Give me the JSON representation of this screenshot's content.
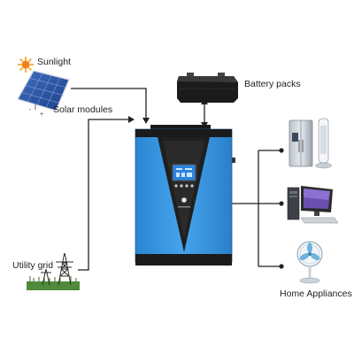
{
  "labels": {
    "sunlight": "Sunlight",
    "solar_modules": "Solar modules",
    "battery_packs": "Battery packs",
    "utility_grid": "Utility grid",
    "home_appliances": "Home Appliances"
  },
  "icons": {
    "sun": "sun-icon",
    "solar_panel": "solar-panel-icon",
    "battery": "battery-icon",
    "pylon": "power-pylon-icon",
    "fridge": "refrigerator-icon",
    "tower_fan": "tower-fan-icon",
    "computer": "desktop-computer-icon",
    "fan": "electric-fan-icon"
  },
  "colors": {
    "inverter_blue": "#2f8fdb",
    "inverter_dark": "#1c1c1c",
    "lines": "#222222",
    "sun": "#f7a21b"
  }
}
